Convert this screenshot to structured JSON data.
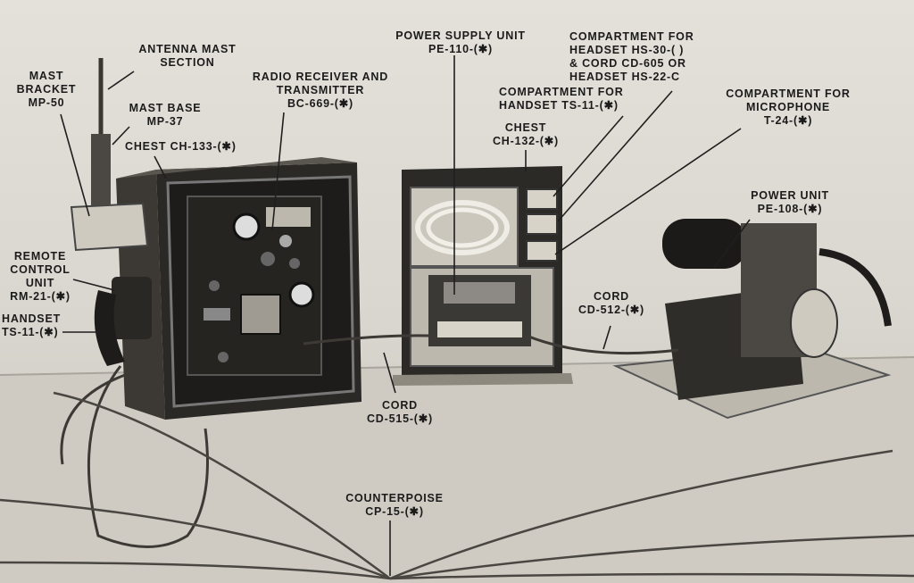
{
  "labels": {
    "antenna_mast": [
      "ANTENNA MAST",
      "SECTION"
    ],
    "mast_bracket": [
      "MAST",
      "BRACKET",
      "MP-50"
    ],
    "mast_base": [
      "MAST BASE",
      "MP-37"
    ],
    "chest_133": "CHEST CH-133-(✱)",
    "radio": [
      "RADIO RECEIVER AND",
      "TRANSMITTER",
      "BC-669-(✱)"
    ],
    "power_supply": [
      "POWER SUPPLY UNIT",
      "PE-110-(✱)"
    ],
    "comp_headset": [
      "COMPARTMENT FOR",
      "HEADSET HS-30-(  )",
      "& CORD CD-605 OR",
      "HEADSET HS-22-C"
    ],
    "comp_handset": [
      "COMPARTMENT FOR",
      "HANDSET TS-11-(✱)"
    ],
    "chest_132": [
      "CHEST",
      "CH-132-(✱)"
    ],
    "comp_microphone": [
      "COMPARTMENT FOR",
      "MICROPHONE",
      "T-24-(✱)"
    ],
    "power_unit": [
      "POWER UNIT",
      "PE-108-(✱)"
    ],
    "remote_control": [
      "REMOTE",
      "CONTROL",
      "UNIT",
      "RM-21-(✱)"
    ],
    "handset": [
      "HANDSET",
      "TS-11-(✱)"
    ],
    "cord_512": [
      "CORD",
      "CD-512-(✱)"
    ],
    "cord_515": [
      "CORD",
      "CD-515-(✱)"
    ],
    "counterpoise": [
      "COUNTERPOISE",
      "CP-15-(✱)"
    ]
  }
}
